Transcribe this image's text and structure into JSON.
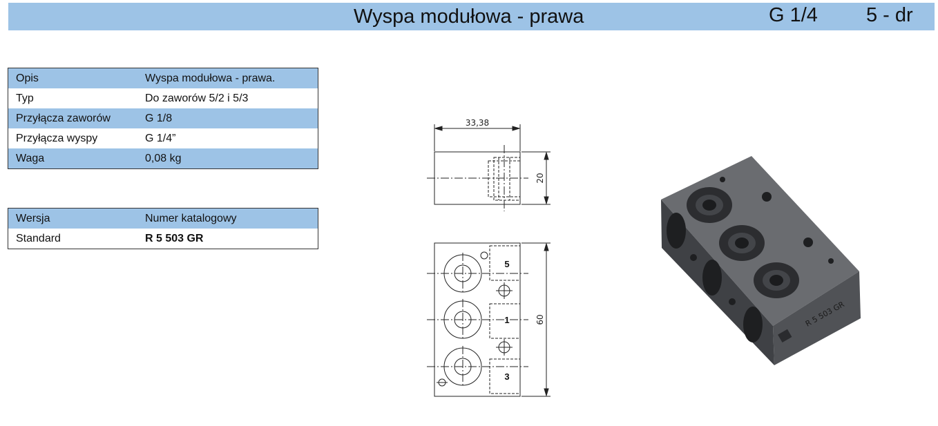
{
  "header": {
    "title": "Wyspa modułowa - prawa",
    "size": "G 1/4",
    "ports": "5 - dr"
  },
  "spec_table": {
    "rows": [
      {
        "label": "Opis",
        "value": "Wyspa modułowa - prawa."
      },
      {
        "label": "Typ",
        "value": "Do zaworów 5/2 i 5/3"
      },
      {
        "label": "Przyłącza zaworów",
        "value": "G 1/8"
      },
      {
        "label": "Przyłącza wyspy",
        "value": "G 1/4”"
      },
      {
        "label": "Waga",
        "value": "0,08 kg"
      }
    ]
  },
  "version_table": {
    "header": {
      "label": "Wersja",
      "value": "Numer katalogowy"
    },
    "rows": [
      {
        "label": "Standard",
        "value": "R 5 503 GR"
      }
    ]
  },
  "drawing": {
    "dim_width": "33,38",
    "dim_height_top": "20",
    "dim_height_front": "60",
    "port_labels": [
      "5",
      "1",
      "3"
    ]
  },
  "photo": {
    "engraving": "R 5 503 GR"
  },
  "colors": {
    "accent": "#9dc3e6",
    "body_dark": "#4a4c50"
  }
}
